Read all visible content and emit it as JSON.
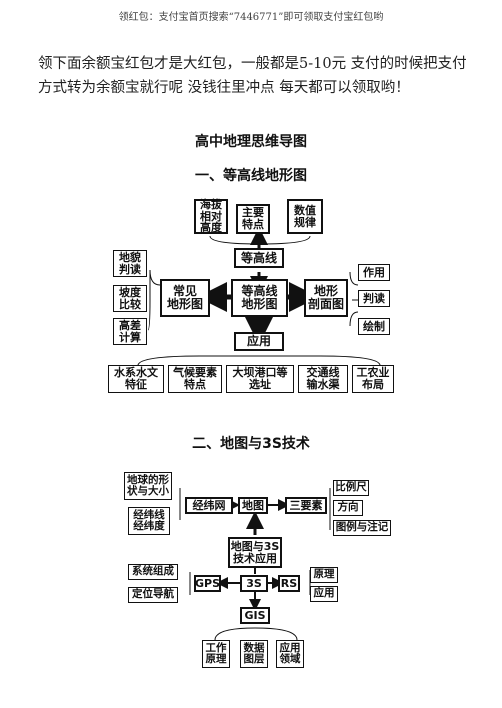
{
  "header": "领红包：支付宝首页搜索“7446771”即可领取支付宝红包哟",
  "intro": "领下面余额宝红包才是大红包，一般都是5-10元 支付的时候把支付方式转为余额宝就行呢 没钱往里冲点 每天都可以领取哟！",
  "main_title": "高中地理思维导图",
  "section1": {
    "title": "一、等高线地形图",
    "top_boxes": [
      "海拔\n相对高度",
      "主要\n特点",
      "数值\n规律"
    ],
    "contour": "等高线",
    "center": "等高线\n地形图",
    "left_box": "常见\n地形图",
    "left_items": [
      "地貌\n判读",
      "坡度\n比较",
      "高差\n计算"
    ],
    "right_box": "地形\n剖面图",
    "right_items": [
      "作用",
      "判读",
      "绘制"
    ],
    "apply": "应用",
    "bottom_items": [
      "水系水文\n特征",
      "气候要素\n特点",
      "大坝港口等\n选址",
      "交通线\n输水渠",
      "工农业\n布局"
    ]
  },
  "section2": {
    "title": "二、地图与3S技术",
    "left_items": [
      "地球的形\n状与大小",
      "经纬线\n经纬度"
    ],
    "grid": "经纬网",
    "map": "地图",
    "elements": "三要素",
    "right_items": [
      "比例尺",
      "方向",
      "图例与注记"
    ],
    "tech_app": "地图与3S\n技术应用",
    "s3": "3S",
    "gps": "GPS",
    "gps_items": [
      "系统组成",
      "定位导航"
    ],
    "rs": "RS",
    "rs_items": [
      "原理",
      "应用"
    ],
    "gis": "GIS",
    "gis_items": [
      "工作\n原理",
      "数据\n图层",
      "应用\n领域"
    ]
  }
}
